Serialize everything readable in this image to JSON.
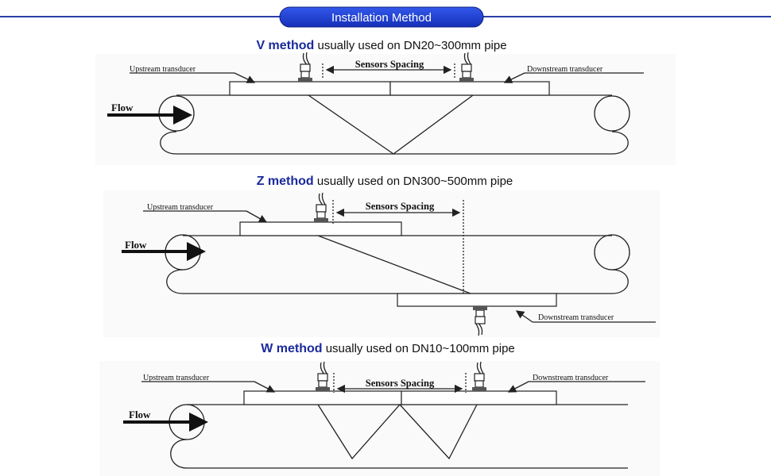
{
  "header": {
    "title": "Installation Method",
    "accent": "#1f3fd0",
    "line_color": "#2a3fa8"
  },
  "methods": [
    {
      "name": "V method",
      "desc": "usually used on DN20~300mm pipe",
      "upstream": "Upstream transducer",
      "downstream": "Downstream transducer",
      "spacing": "Sensors Spacing",
      "flow": "Flow"
    },
    {
      "name": "Z method",
      "desc": "usually used on DN300~500mm pipe",
      "upstream": "Upstream transducer",
      "downstream": "Downstream transducer",
      "spacing": "Sensors Spacing",
      "flow": "Flow"
    },
    {
      "name": "W method",
      "desc": "usually used on DN10~100mm pipe",
      "upstream": "Upstream transducer",
      "downstream": "Downstream transducer",
      "spacing": "Sensors Spacing",
      "flow": "Flow"
    }
  ]
}
